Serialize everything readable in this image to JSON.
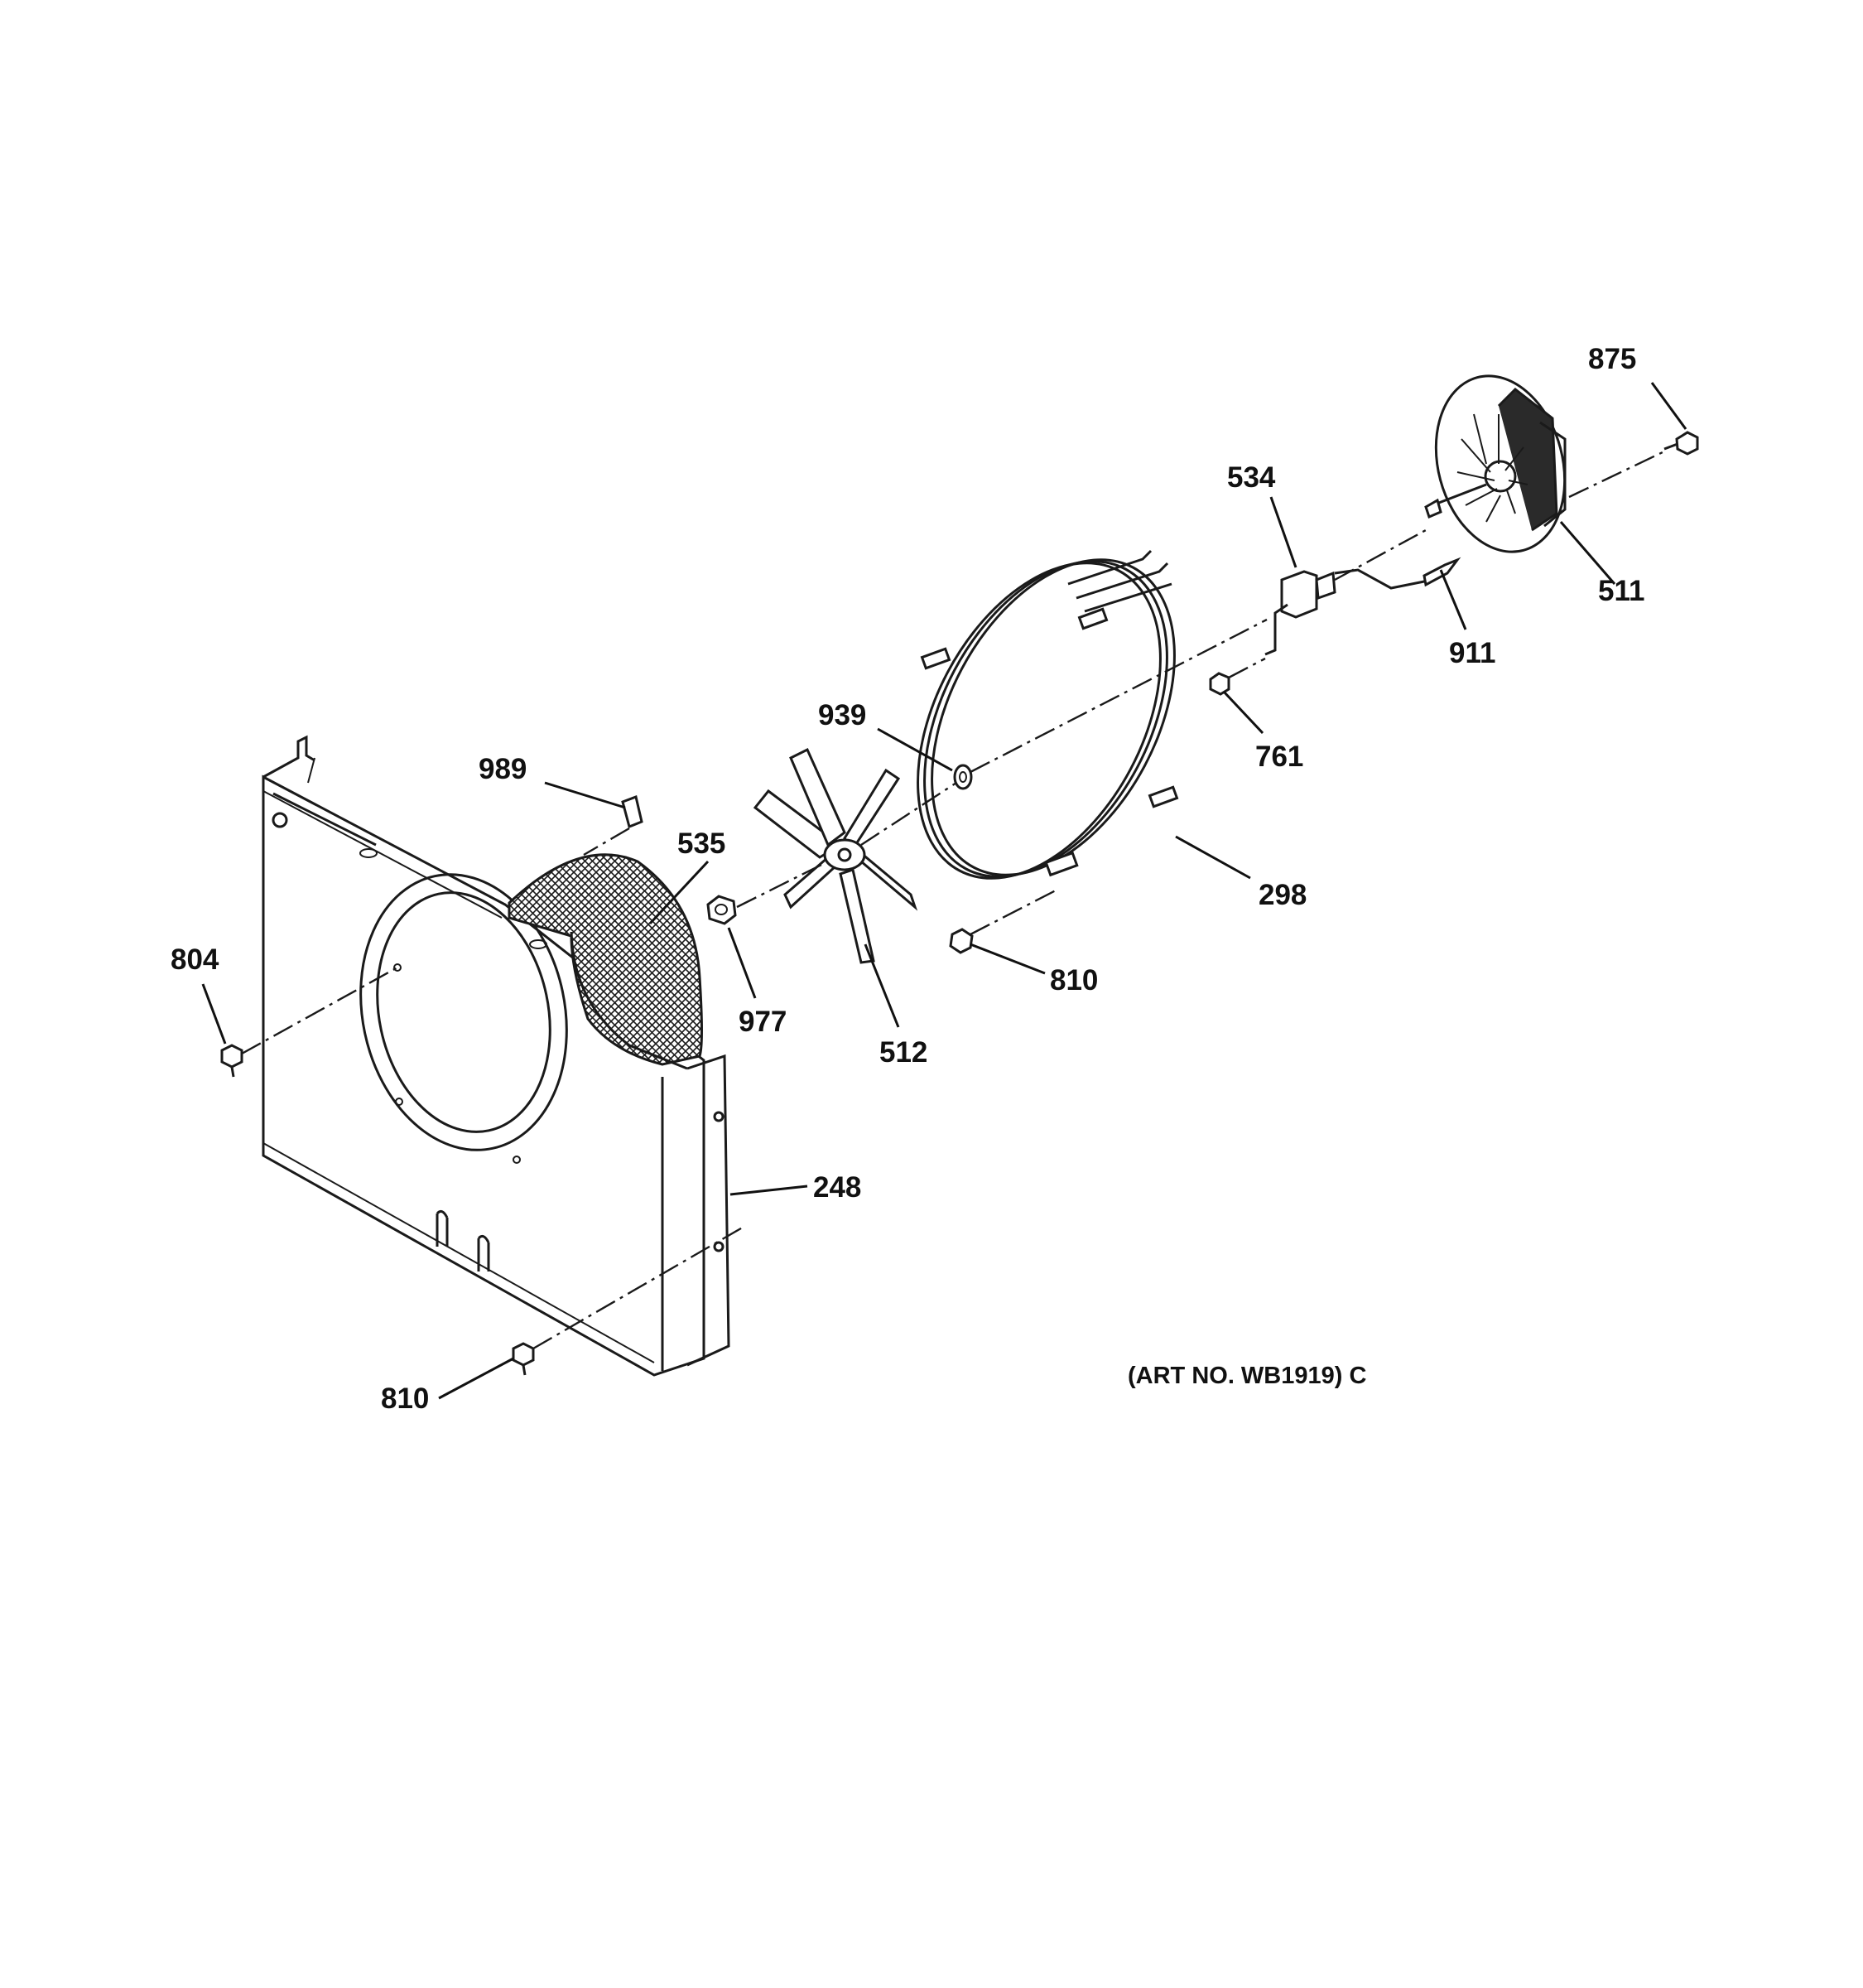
{
  "diagram": {
    "art_number": "(ART NO. WB1919) C",
    "callouts": [
      {
        "id": "875",
        "label": "875"
      },
      {
        "id": "534",
        "label": "534"
      },
      {
        "id": "511",
        "label": "511"
      },
      {
        "id": "911",
        "label": "911"
      },
      {
        "id": "939",
        "label": "939"
      },
      {
        "id": "761",
        "label": "761"
      },
      {
        "id": "989",
        "label": "989"
      },
      {
        "id": "535",
        "label": "535"
      },
      {
        "id": "298",
        "label": "298"
      },
      {
        "id": "804",
        "label": "804"
      },
      {
        "id": "810a",
        "label": "810"
      },
      {
        "id": "977",
        "label": "977"
      },
      {
        "id": "512",
        "label": "512"
      },
      {
        "id": "248",
        "label": "248"
      },
      {
        "id": "810b",
        "label": "810"
      }
    ]
  },
  "colors": {
    "ink": "#1a1a1a",
    "background": "#ffffff"
  }
}
